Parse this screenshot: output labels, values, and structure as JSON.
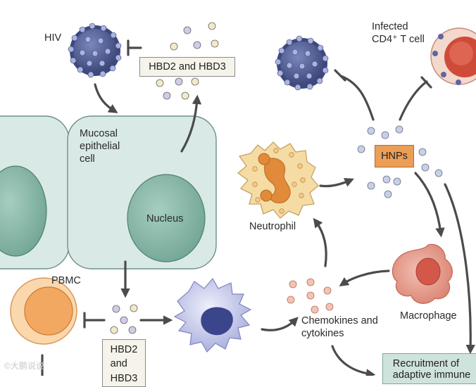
{
  "labels": {
    "hiv": "HIV",
    "infected_cd4": "Infected\nCD4⁺ T cell",
    "hbd_box": "HBD2 and HBD3",
    "hnps_box": "HNPs",
    "mucosal_cell": "Mucosal\nepithelial\ncell",
    "nucleus": "Nucleus",
    "neutrophil": "Neutrophil",
    "macrophage": "Macrophage",
    "pbmc": "PBMC",
    "chemokines": "Chemokines and\ncytokines",
    "hbd_box_lower": "HBD2\nand\nHBD3",
    "recruitment_box": "Recruitment of\nadaptive immune"
  },
  "watermark": "©大鹏说说",
  "colors": {
    "virus_fill": "#4f5b93",
    "epithelial_fill": "#d7e8e4",
    "nucleus_fill": "#8fbdae",
    "hnps_fill": "#ec9e57",
    "neutrophil_fill": "#f5d89c",
    "macrophage_fill": "#e49283",
    "cd4_fill": "#eaa69b",
    "pbmc_fill": "#f0a55c",
    "dendritic_fill": "#c3c7ea",
    "arrow": "#4b4b4b"
  }
}
